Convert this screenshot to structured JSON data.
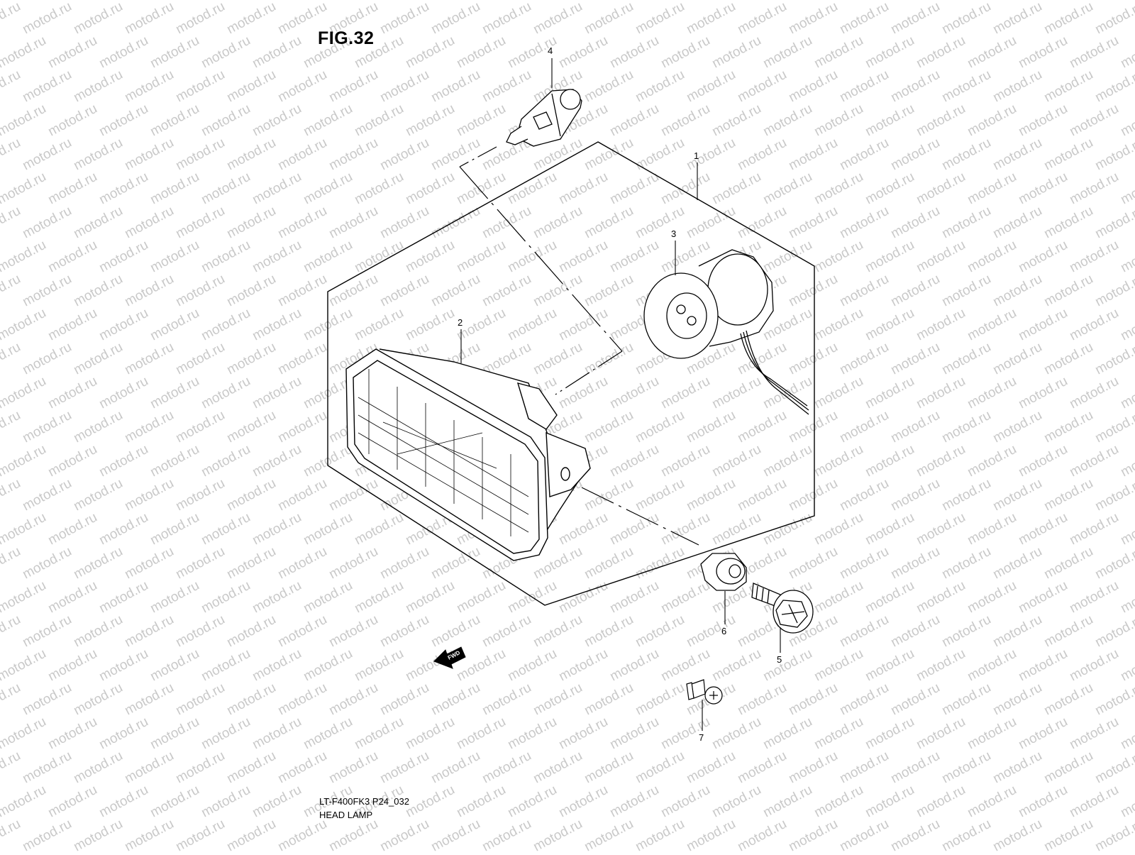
{
  "figure": {
    "title": "FIG.32",
    "model_code": "LT-F400FK3 P24_032",
    "assembly_name": "HEAD LAMP"
  },
  "watermark": {
    "text": "motod.ru",
    "color": "#c9c9c9"
  },
  "direction_arrow": {
    "label": "FWD"
  },
  "callouts": [
    {
      "id": "1",
      "part": "headlamp-assembly"
    },
    {
      "id": "2",
      "part": "headlamp-unit"
    },
    {
      "id": "3",
      "part": "bulb-socket"
    },
    {
      "id": "4",
      "part": "bulb"
    },
    {
      "id": "5",
      "part": "adjusting-bolt"
    },
    {
      "id": "6",
      "part": "rubber-cushion"
    },
    {
      "id": "7",
      "part": "screw"
    }
  ]
}
